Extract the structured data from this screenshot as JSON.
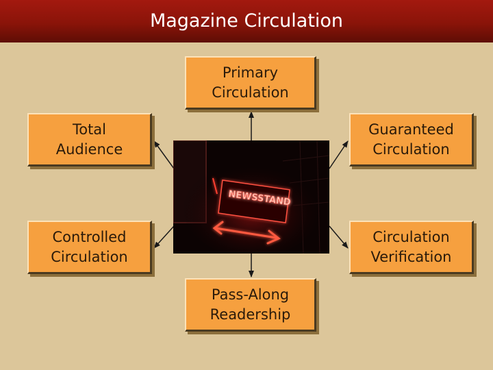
{
  "title": "Magazine Circulation",
  "nodes": {
    "primary": "Primary\nCirculation",
    "total": "Total\nAudience",
    "guaranteed": "Guaranteed\nCirculation",
    "controlled": "Controlled\nCirculation",
    "verification": "Circulation\nVerification",
    "pass_along": "Pass-Along\nReadership"
  },
  "photo": {
    "sign_text": "NEWSSTAND"
  },
  "colors": {
    "background": "#dcc69a",
    "title_bar": "#8a1409",
    "node_fill": "#f6a03f",
    "neon": "#ff3a2a"
  }
}
